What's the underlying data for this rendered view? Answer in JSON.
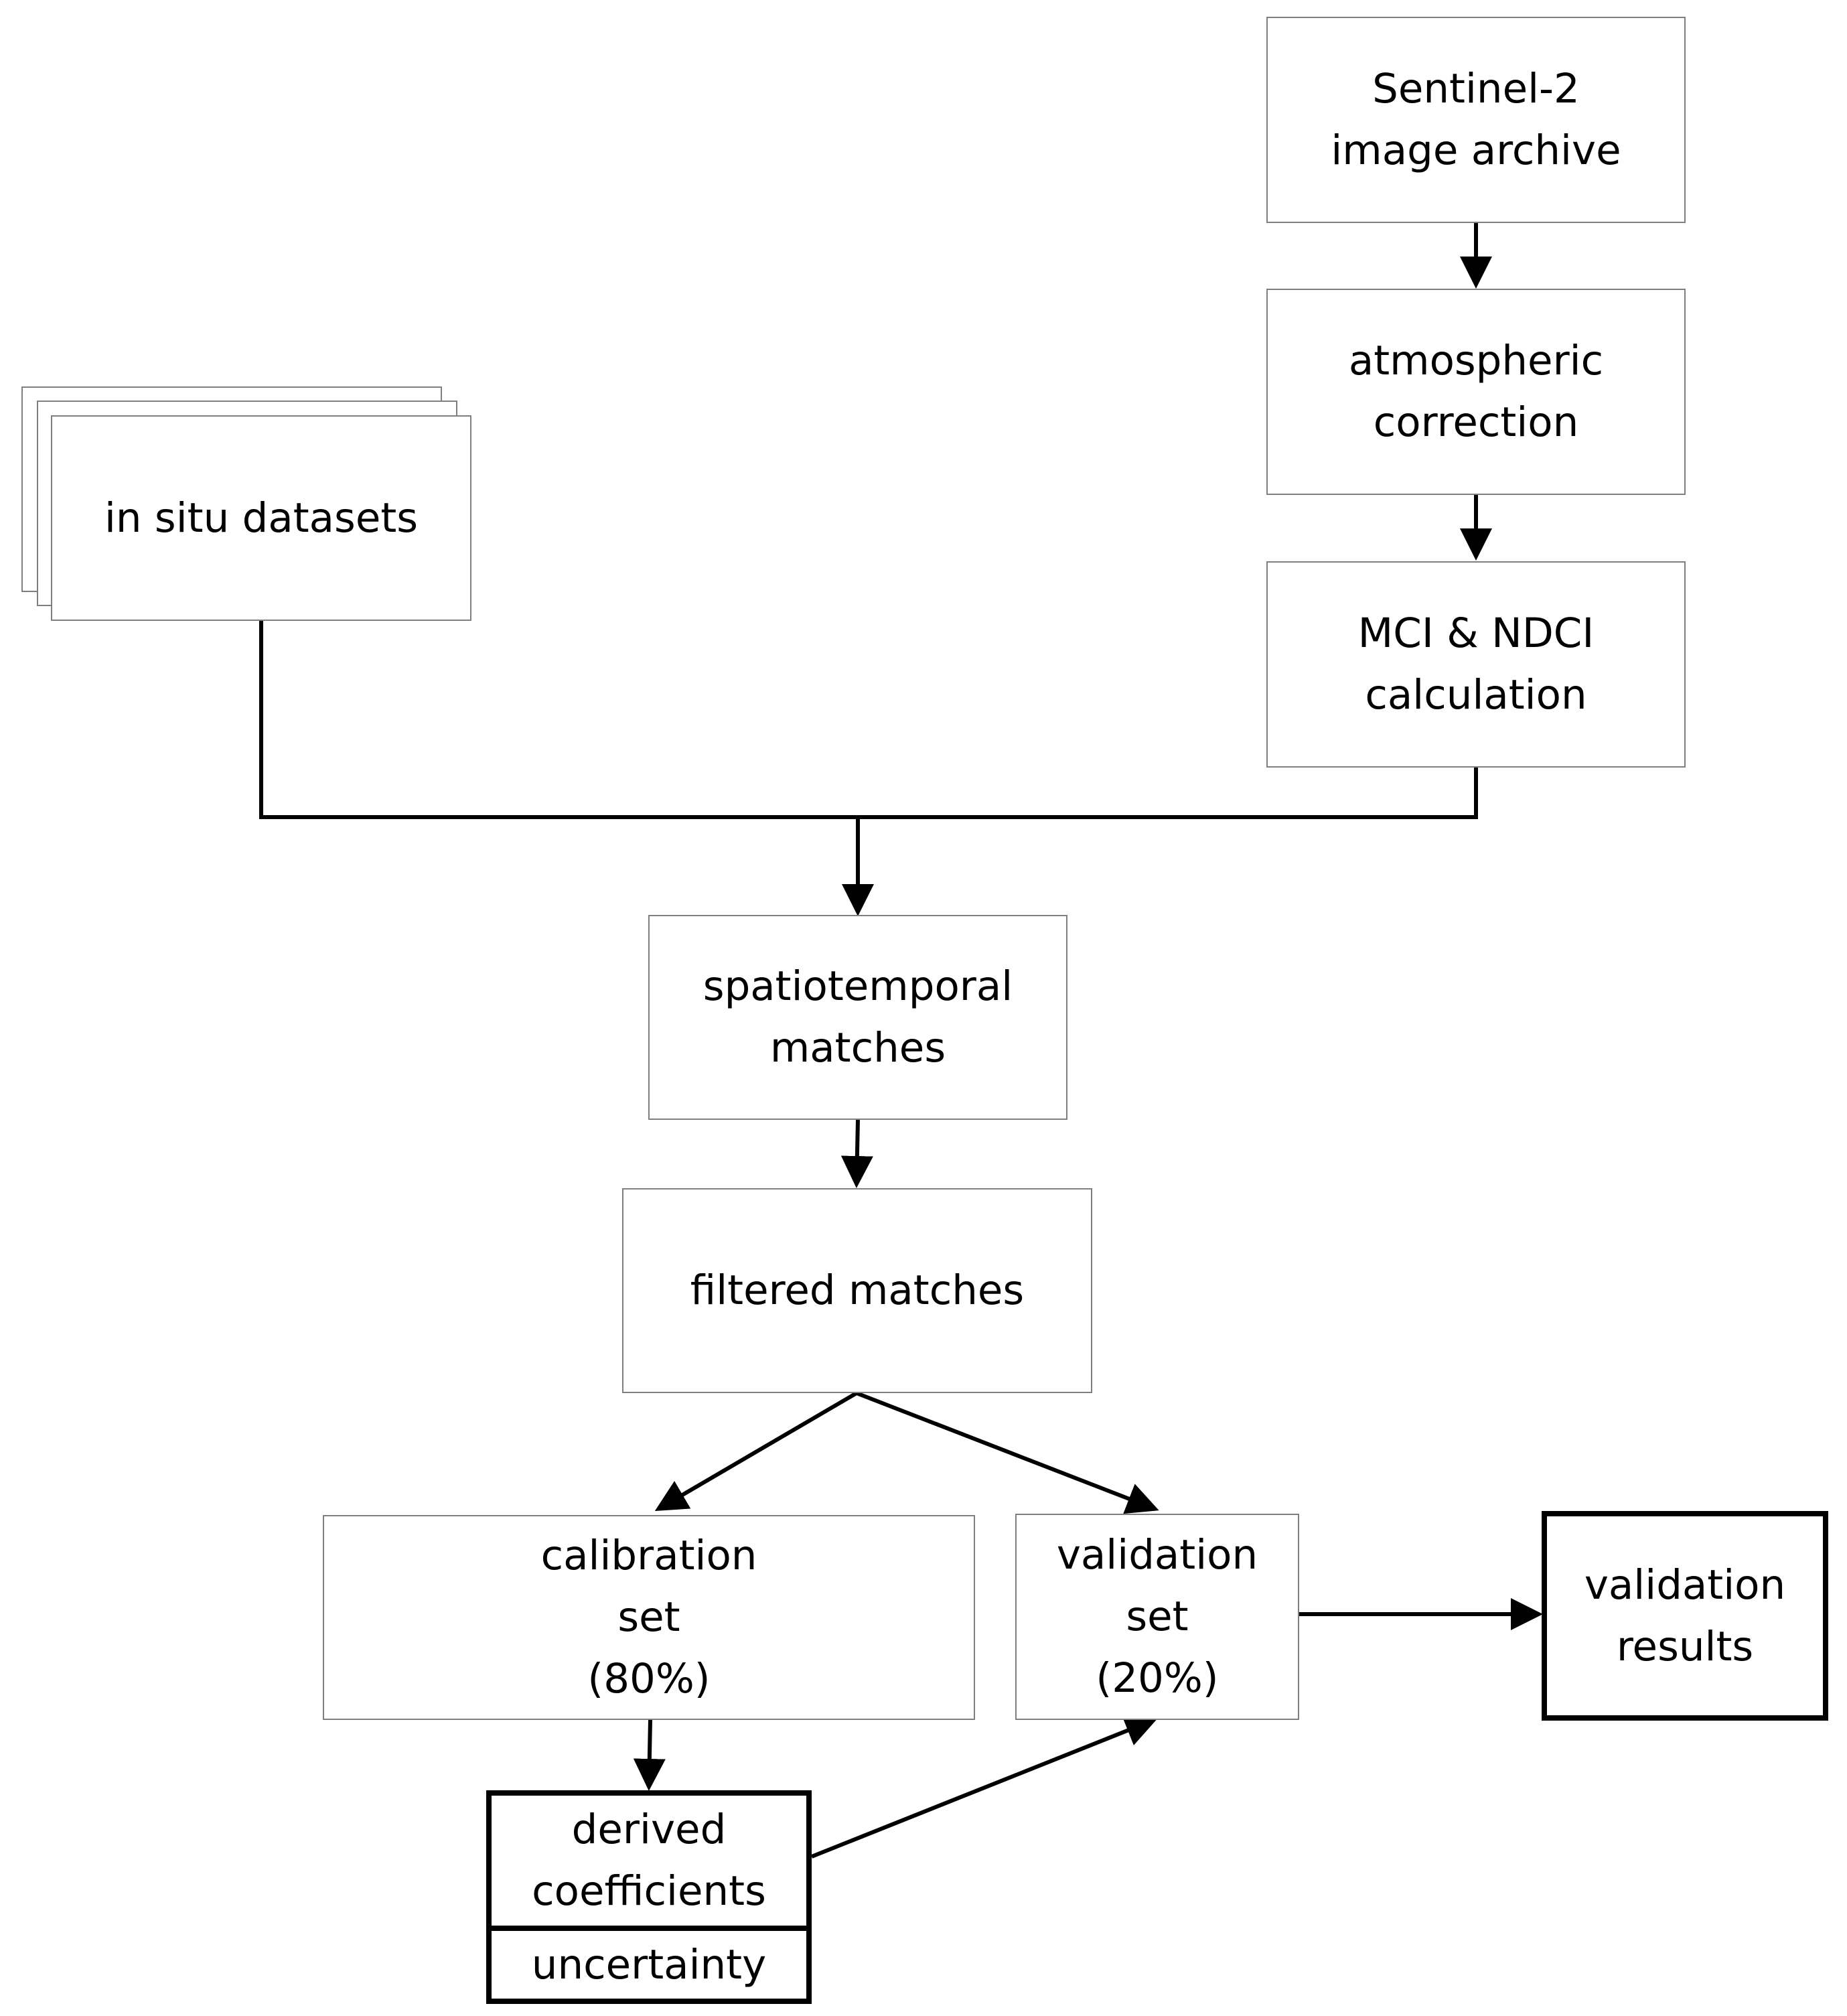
{
  "nodes": {
    "sentinel": {
      "lines": [
        "Sentinel-2",
        "image archive"
      ]
    },
    "atmospheric": {
      "lines": [
        "atmospheric",
        "correction"
      ]
    },
    "mci_ndci": {
      "lines": [
        "MCI & NDCI",
        "calculation"
      ]
    },
    "insitu": {
      "lines": [
        "in situ datasets"
      ]
    },
    "spatiotemporal": {
      "lines": [
        "spatiotemporal",
        "matches"
      ]
    },
    "filtered": {
      "lines": [
        "filtered matches"
      ]
    },
    "calibration": {
      "lines": [
        "calibration",
        "set",
        "(80%)"
      ]
    },
    "validation": {
      "lines": [
        "validation",
        "set",
        "(20%)"
      ]
    },
    "validation_results": {
      "lines": [
        "validation",
        "results"
      ]
    },
    "derived": {
      "lines": [
        "derived",
        "coefficients"
      ]
    },
    "uncertainty": {
      "lines": [
        "uncertainty"
      ]
    }
  },
  "edges": [
    {
      "from": "sentinel",
      "to": "atmospheric"
    },
    {
      "from": "atmospheric",
      "to": "mci_ndci"
    },
    {
      "from": "insitu",
      "to": "spatiotemporal"
    },
    {
      "from": "mci_ndci",
      "to": "spatiotemporal"
    },
    {
      "from": "spatiotemporal",
      "to": "filtered"
    },
    {
      "from": "filtered",
      "to": "calibration"
    },
    {
      "from": "filtered",
      "to": "validation"
    },
    {
      "from": "validation",
      "to": "validation_results"
    },
    {
      "from": "calibration",
      "to": "derived"
    },
    {
      "from": "derived",
      "to": "validation"
    }
  ],
  "colors": {
    "box_border": "#7f7f7f",
    "bold_border": "#000000",
    "line": "#000000",
    "text": "#000000"
  }
}
